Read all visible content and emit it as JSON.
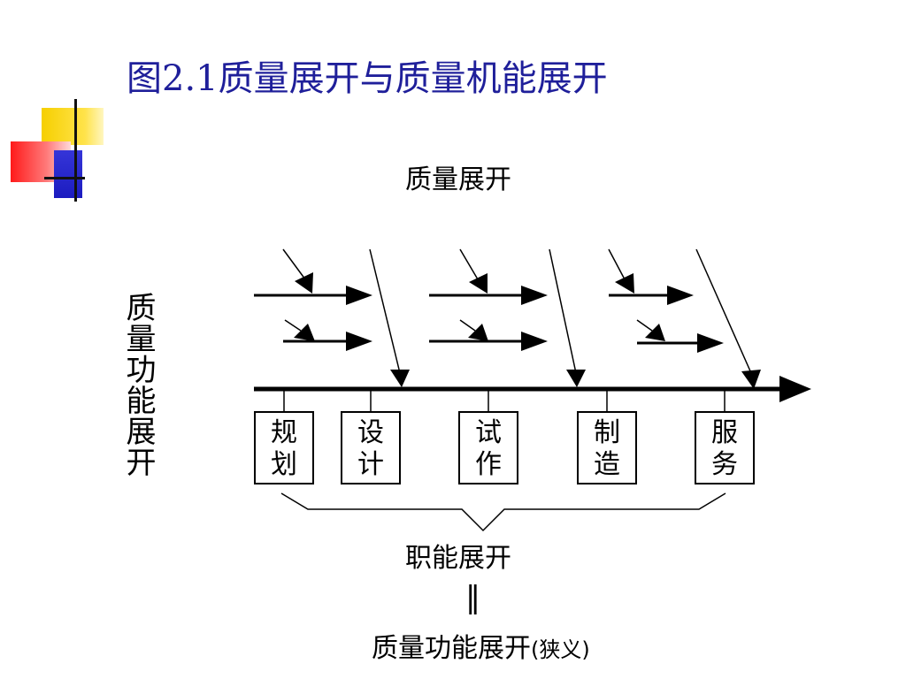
{
  "title": "图2.1质量展开与质量机能展开",
  "diagram": {
    "top_label": "质量展开",
    "left_label": "质量功能展开",
    "stages": [
      {
        "line1": "规",
        "line2": "划"
      },
      {
        "line1": "设",
        "line2": "计"
      },
      {
        "line1": "试",
        "line2": "作"
      },
      {
        "line1": "制",
        "line2": "造"
      },
      {
        "line1": "服",
        "line2": "务"
      }
    ],
    "brace_label": "职能展开",
    "equal_sign": "‖",
    "bottom_label": "质量功能展开",
    "bottom_label_note": "(狭义)"
  }
}
